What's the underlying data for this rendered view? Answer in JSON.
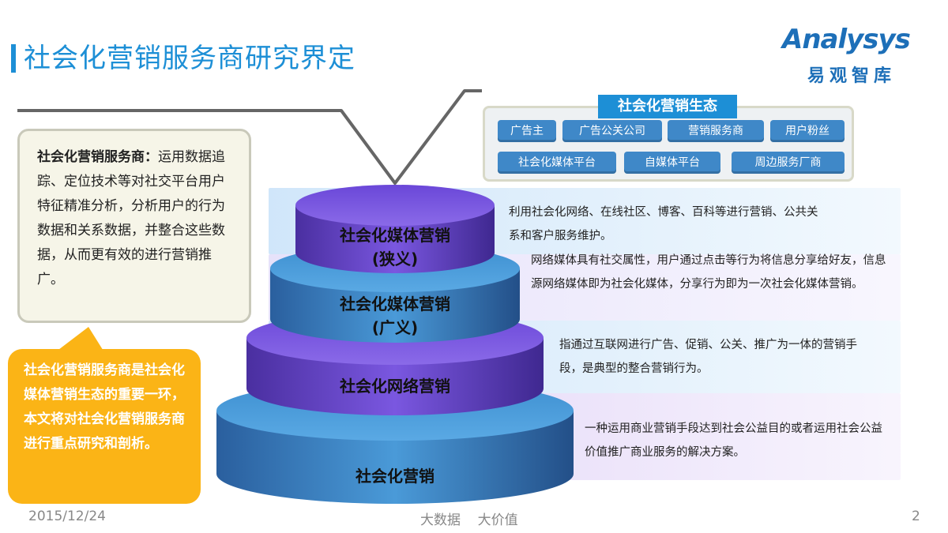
{
  "page": {
    "title": "社会化营销服务商研究界定"
  },
  "logo": {
    "text": "Analysys",
    "cn": "易观智库"
  },
  "definition": {
    "bold": "社会化营销服务商：",
    "text": "运用数据追踪、定位技术等对社交平台用户特征精准分析，分析用户的行为数据和关系数据，并整合这些数据，从而更有效的进行营销推广。"
  },
  "callout": {
    "text": "社会化营销服务商是社会化媒体营销生态的重要一环，本文将对社会化营销服务商进行重点研究和剖析。"
  },
  "ecosystem": {
    "title": "社会化营销生态",
    "items": [
      "广告主",
      "广告公关公司",
      "营销服务商",
      "用户粉丝",
      "社会化媒体平台",
      "自媒体平台",
      "周边服务厂商"
    ]
  },
  "tiers": [
    {
      "label1": "社会化媒体营销",
      "label2": "(狭义)",
      "desc": "利用社会化网络、在线社区、博客、百科等进行营销、公共关系和客户服务维护。"
    },
    {
      "label1": "社会化媒体营销",
      "label2": "(广义)",
      "desc": "网络媒体具有社交属性，用户通过点击等行为将信息分享给好友，信息源网络媒体即为社会化媒体，分享行为即为一次社会化媒体营销。"
    },
    {
      "label1": "社会化网络营销",
      "label2": "",
      "desc": "指通过互联网进行广告、促销、公关、推广为一体的营销手段，是典型的整合营销行为。"
    },
    {
      "label1": "社会化营销",
      "label2": "",
      "desc": "一种运用商业营销手段达到社会公益目的或者运用社会公益价值推广商业服务的解决方案。"
    }
  ],
  "footer": {
    "date": "2015/12/24",
    "center": "大数据    大价值",
    "page": "2"
  },
  "colors": {
    "accent": "#1d8fd6",
    "callout": "#fbb416",
    "tier_purple": "#6a47d8",
    "tier_blue": "#3d8fd0"
  }
}
